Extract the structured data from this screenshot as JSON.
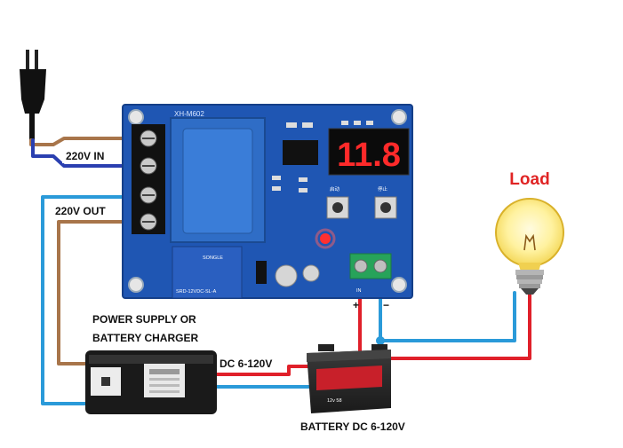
{
  "labels": {
    "mains_in": "220V IN",
    "mains_out": "220V OUT",
    "supply_line1": "POWER SUPPLY OR",
    "supply_line2": "BATTERY CHARGER",
    "supply_output": "DC 6-120V",
    "battery_caption": "BATTERY DC 6-120V",
    "load": "Load",
    "polarity_plus": "+",
    "polarity_minus": "−"
  },
  "module": {
    "model": "XH-M602",
    "display_value": "11.8",
    "button_start": "启动",
    "button_stop": "停止",
    "relay_text": "SRD-12VDC-SL-A",
    "relay_brand": "SONGLE",
    "terminal_label": "IN"
  },
  "battery": {
    "brand_text": "12v 58"
  },
  "colors": {
    "board": "#1f56b3",
    "transformer": "#2f6dc6",
    "wire_brown": "#a8754a",
    "wire_blue": "#2a9ad9",
    "wire_red": "#e0202a",
    "display_digits": "#ff2a2a",
    "terminal_green": "#27a35a",
    "load_text": "#e02424"
  }
}
